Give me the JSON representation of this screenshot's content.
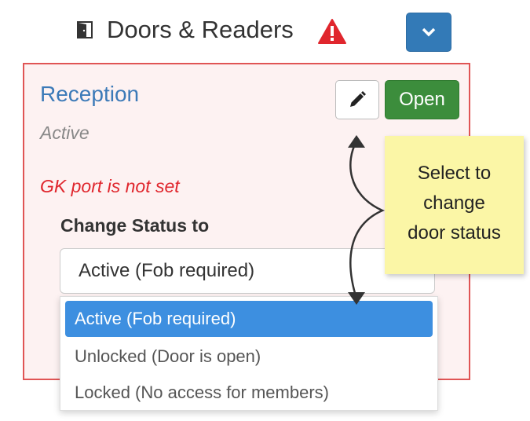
{
  "header": {
    "title": "Doors & Readers",
    "icons": {
      "door": "door-icon",
      "warning": "warning-icon",
      "collapse": "chevron-down-icon"
    },
    "colors": {
      "warning": "#e0262d",
      "collapse_button": "#337ab7"
    }
  },
  "door": {
    "name": "Reception",
    "status": "Active",
    "error": "GK port is not set",
    "edit_icon": "pencil-icon",
    "open_label": "Open",
    "change_status_label": "Change Status to",
    "select_value": "Active (Fob required)",
    "options": [
      {
        "label": "Active (Fob required)",
        "selected": true
      },
      {
        "label": "Unlocked (Door is open)",
        "selected": false
      },
      {
        "label": "Locked (No access for members)",
        "selected": false
      }
    ],
    "colors": {
      "name": "#3c7ab8",
      "error": "#e0262d",
      "panel_border": "#e05555",
      "open_button": "#3c8d3c",
      "selected_option": "#3d8fe0"
    }
  },
  "annotation": {
    "lines": [
      "Select to",
      "change",
      "door status"
    ],
    "color": "#fbf6a6"
  }
}
